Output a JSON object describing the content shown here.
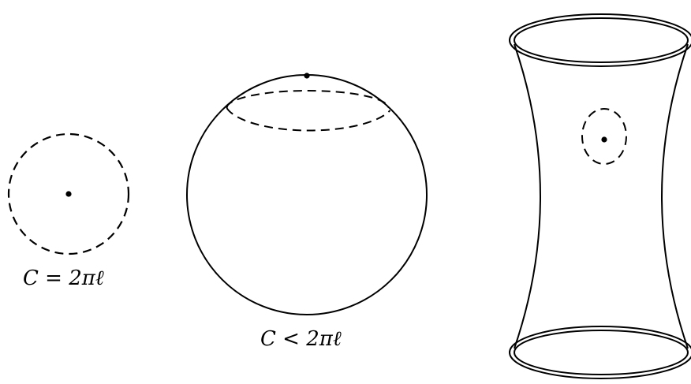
{
  "figure": {
    "panels": [
      {
        "id": "flat",
        "label": "C = 2πℓ"
      },
      {
        "id": "sphere",
        "label": "C < 2πℓ"
      },
      {
        "id": "hyperbolic",
        "label": ""
      }
    ]
  },
  "colors": {
    "stroke": "#000000",
    "background": "#ffffff"
  }
}
